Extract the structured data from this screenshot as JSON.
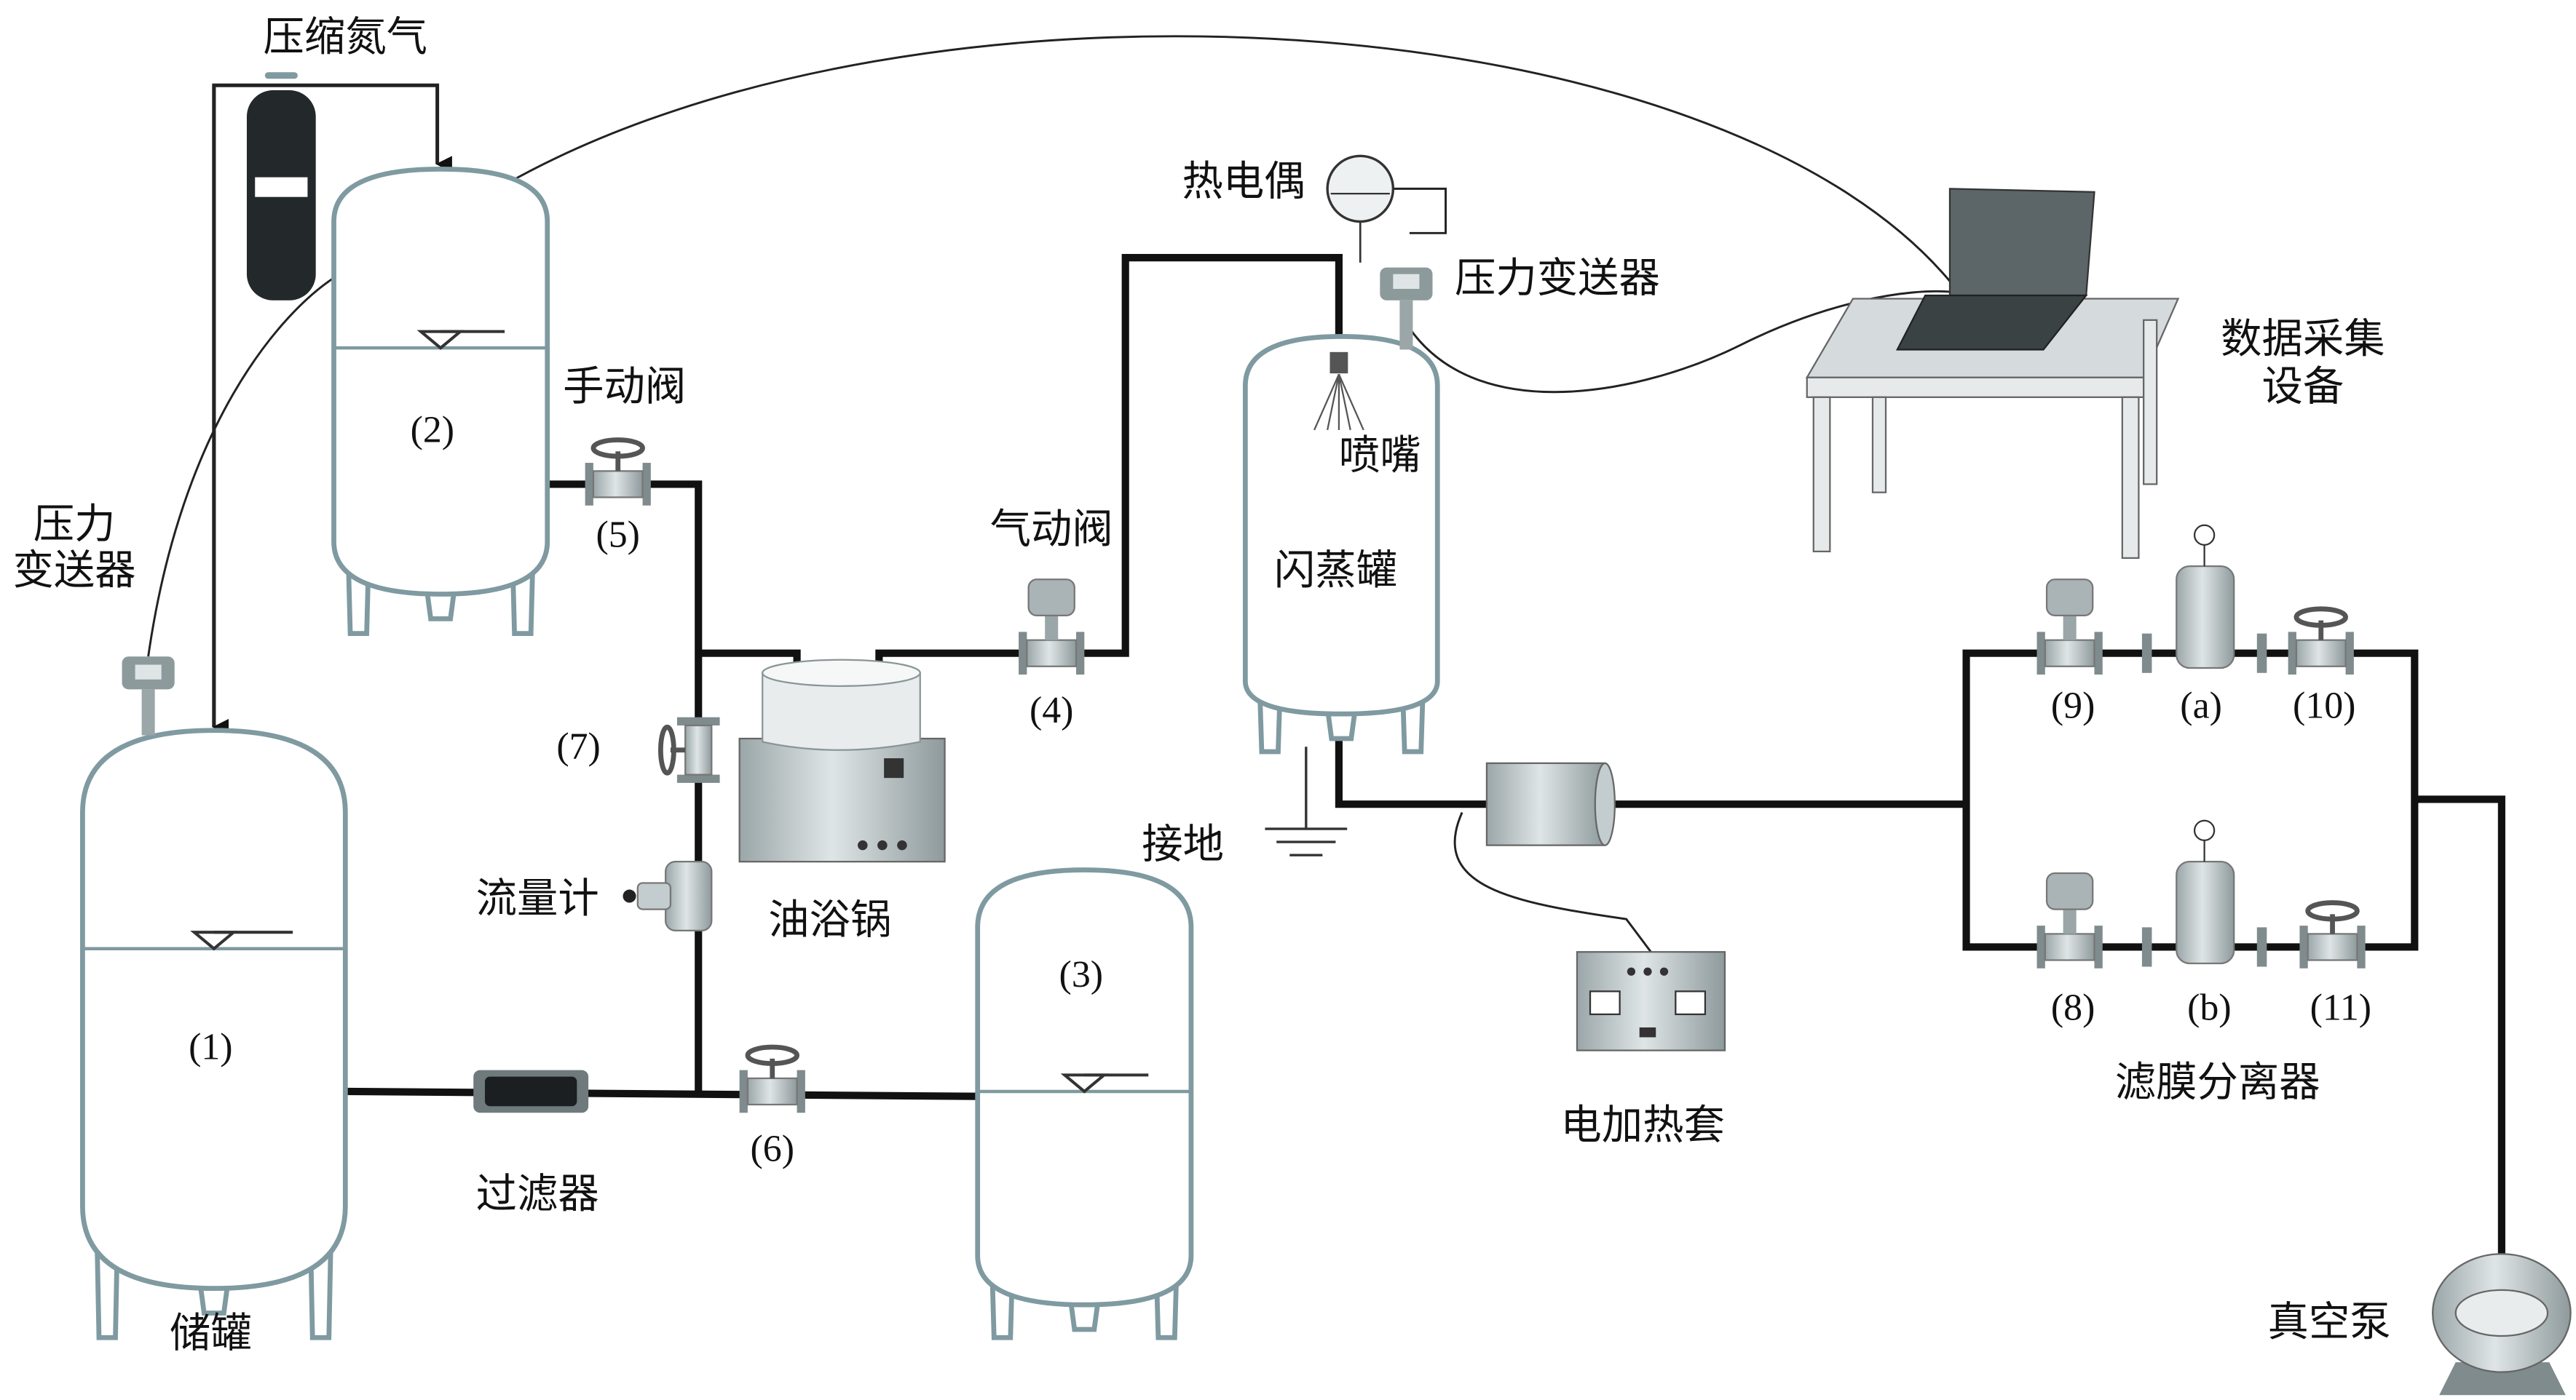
{
  "labels": {
    "nitrogen": "压缩氮气",
    "thermocouple": "热电偶",
    "pressure_transmitter_top": "压力变送器",
    "manual_valve": "手动阀",
    "pressure_transmitter_left_1": "压力",
    "pressure_transmitter_left_2": "变送器",
    "pneumatic_valve": "气动阀",
    "nozzle": "喷嘴",
    "flash_tank": "闪蒸罐",
    "daq_1": "数据采集",
    "daq_2": "设备",
    "flow_meter": "流量计",
    "oil_bath": "油浴锅",
    "ground": "接地",
    "filter": "过滤器",
    "storage_tank": "储罐",
    "heating_jacket": "电加热套",
    "membrane_separator": "滤膜分离器",
    "vacuum_pump": "真空泵"
  },
  "numbers": {
    "t1": "(1)",
    "t2": "(2)",
    "t3": "(3)",
    "v4": "(4)",
    "v5": "(5)",
    "v6": "(6)",
    "v7": "(7)",
    "v8": "(8)",
    "v9": "(9)",
    "v10": "(10)",
    "v11": "(11)",
    "a": "(a)",
    "b": "(b)"
  },
  "colors": {
    "tank_outline": "#7f9aa0",
    "pipe": "#111111",
    "equipment_fill": "#c3ccce"
  }
}
